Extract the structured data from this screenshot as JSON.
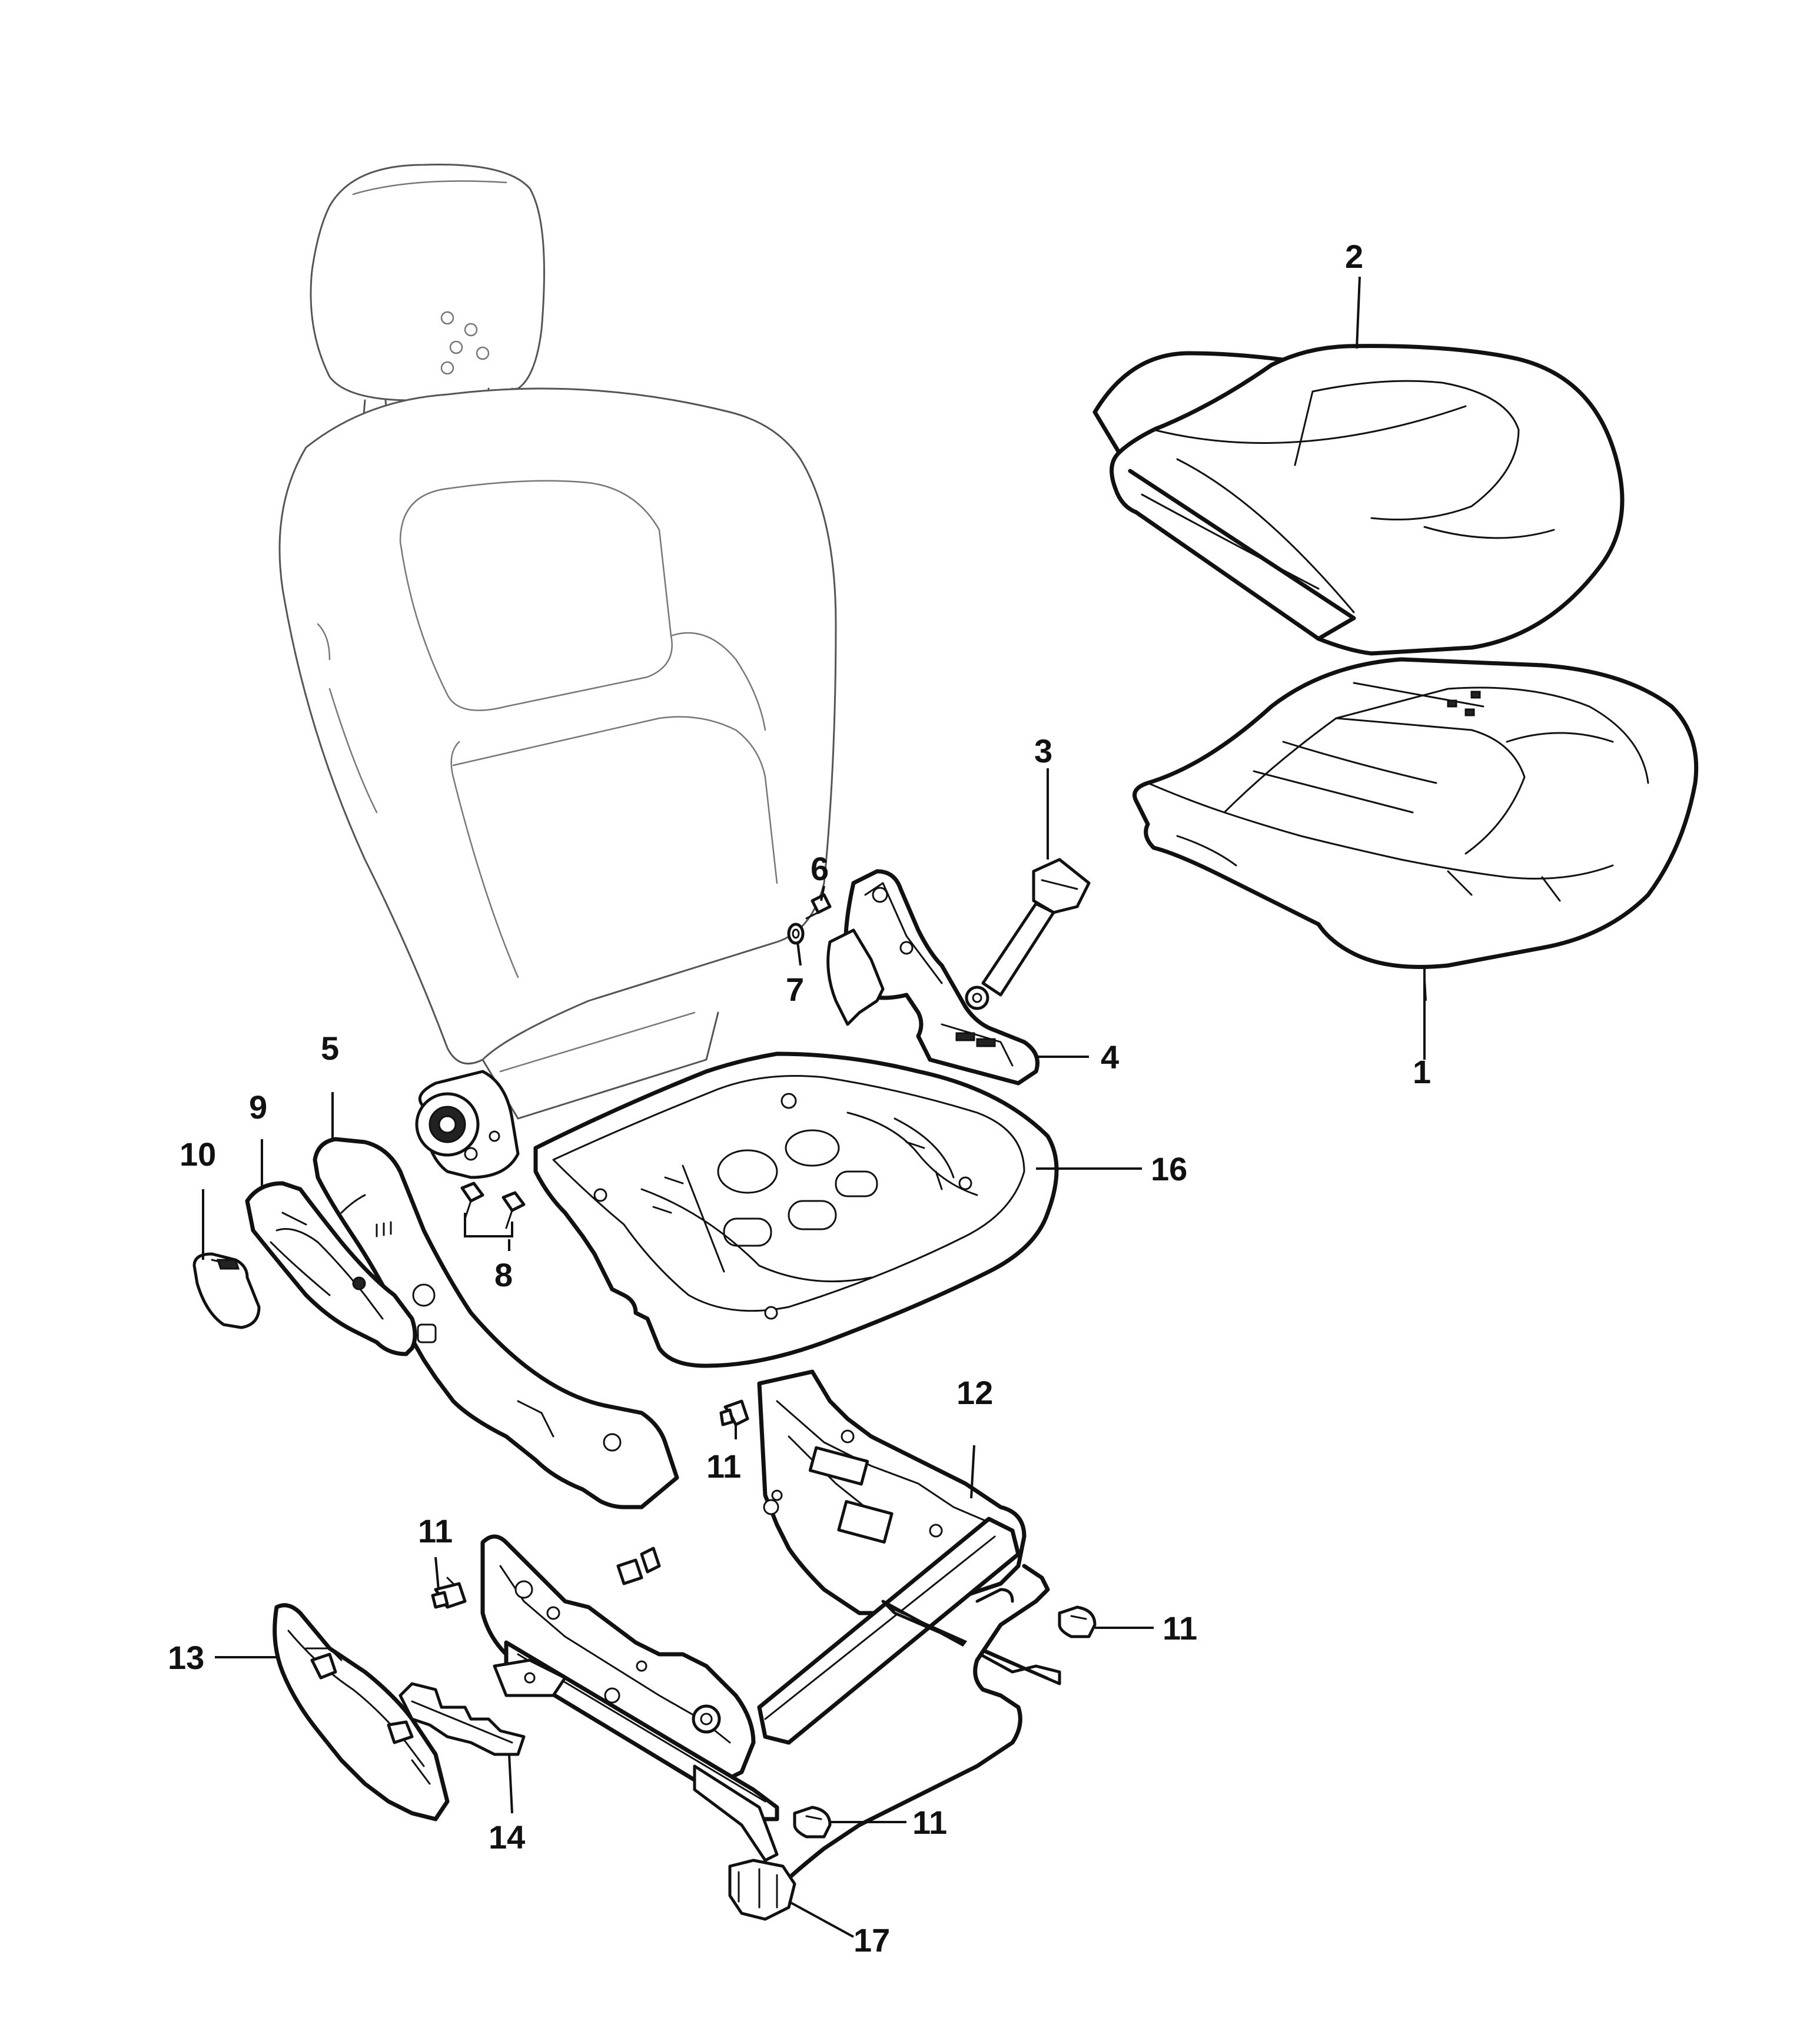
{
  "callouts": {
    "c1": "1",
    "c2": "2",
    "c3": "3",
    "c4": "4",
    "c5": "5",
    "c6": "6",
    "c7": "7",
    "c8": "8",
    "c9": "9",
    "c10": "10",
    "c11a": "11",
    "c11b": "11",
    "c11c": "11",
    "c11d": "11",
    "c12": "12",
    "c13": "13",
    "c14": "14",
    "c16": "16",
    "c17": "17"
  },
  "colors": {
    "line": "#111111",
    "ghost_line": "#555555",
    "background": "#ffffff"
  }
}
